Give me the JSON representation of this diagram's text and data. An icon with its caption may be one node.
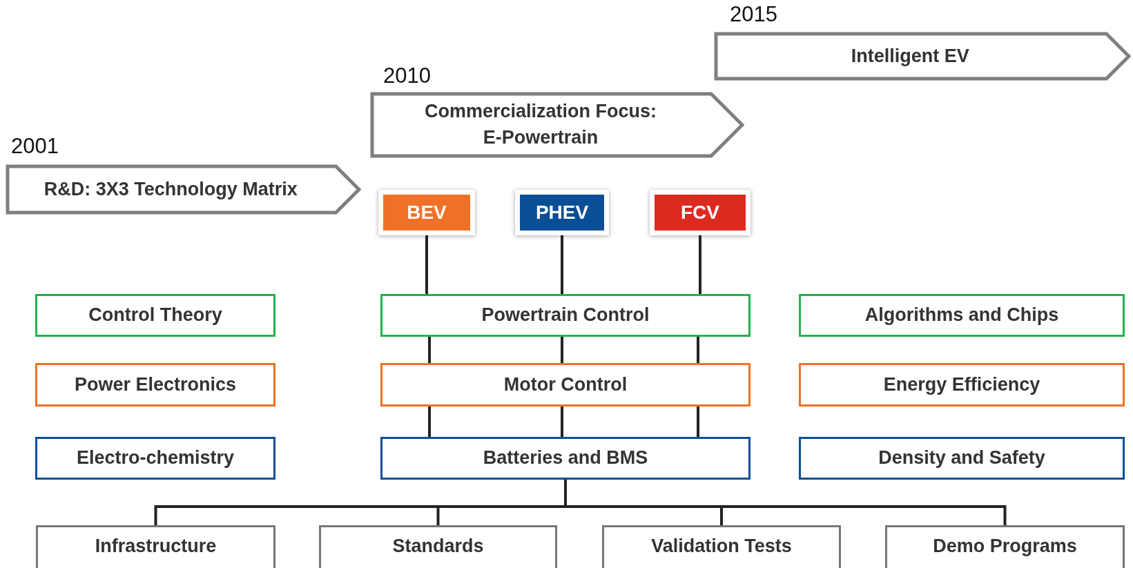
{
  "diagram": {
    "nodes": [
      {
        "text": [
          "Intelligent EV"
        ],
        "beside": [
          "2015"
        ]
      },
      {
        "text": [
          "Commercialization Focus: E-Powertrain"
        ],
        "beside": [
          "2010"
        ]
      },
      {
        "text": [
          "R&D: 3X3 Technology Matrix"
        ],
        "beside": [
          "2001"
        ]
      },
      {
        "text": [
          "BEV"
        ]
      },
      {
        "text": [
          "PHEV"
        ]
      },
      {
        "text": [
          "FCV"
        ]
      },
      {
        "text": [
          "Control Theory"
        ]
      },
      {
        "text": [
          "Powertrain Control"
        ]
      },
      {
        "text": [
          "Algorithms and Chips"
        ]
      },
      {
        "text": [
          "Power Electronics"
        ]
      },
      {
        "text": [
          "Motor Control"
        ]
      },
      {
        "text": [
          "Energy Efficiency"
        ]
      },
      {
        "text": [
          "Electro-chemistry"
        ]
      },
      {
        "text": [
          "Batteries and BMS"
        ]
      },
      {
        "text": [
          "Density and Safety"
        ]
      },
      {
        "text": [
          "Infrastructure"
        ]
      },
      {
        "text": [
          "Standards"
        ]
      },
      {
        "text": [
          "Validation Tests"
        ]
      },
      {
        "text": [
          "Demo Programs"
        ]
      }
    ],
    "edges": [
      {
        "from": 3,
        "to": 7,
        "arrow": "none"
      },
      {
        "from": 4,
        "to": 7,
        "arrow": "none"
      },
      {
        "from": 5,
        "to": 7,
        "arrow": "none"
      },
      {
        "from": 7,
        "to": 10,
        "arrow": "none"
      },
      {
        "from": 7,
        "to": 10,
        "arrow": "none"
      },
      {
        "from": 7,
        "to": 10,
        "arrow": "none"
      },
      {
        "from": 10,
        "to": 13,
        "arrow": "none"
      },
      {
        "from": 10,
        "to": 13,
        "arrow": "none"
      },
      {
        "from": 10,
        "to": 13,
        "arrow": "none"
      },
      {
        "from": 13,
        "to": 15,
        "arrow": "none"
      },
      {
        "from": 13,
        "to": 16,
        "arrow": "none"
      },
      {
        "from": 13,
        "to": 17,
        "arrow": "none"
      },
      {
        "from": 13,
        "to": 18,
        "arrow": "none"
      }
    ]
  }
}
